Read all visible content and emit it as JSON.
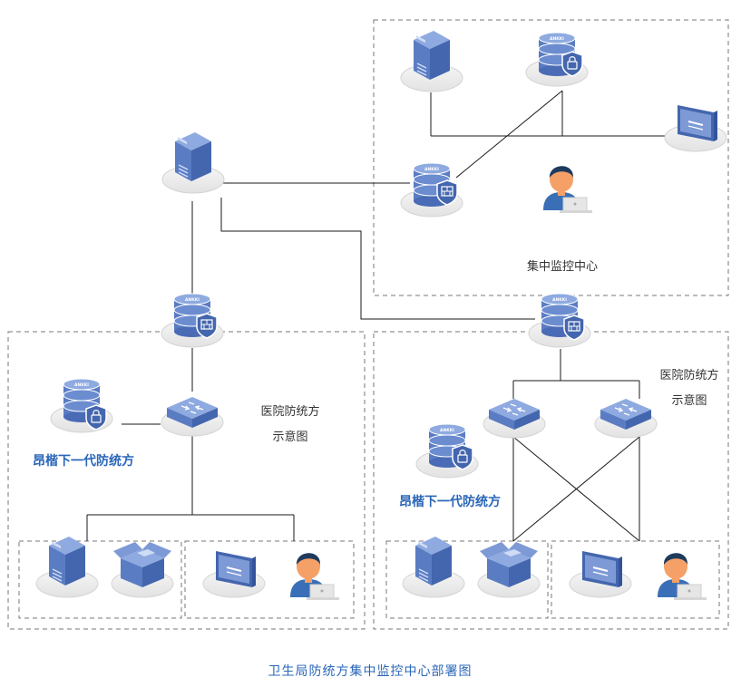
{
  "caption": "卫生局防统方集中监控中心部署图",
  "monitor_center": {
    "label": "集中监控中心"
  },
  "hospital_left": {
    "label_line1": "医院防统方",
    "label_line2": "示意图",
    "product": "昂楷下一代防统方"
  },
  "hospital_right": {
    "label_line1": "医院防统方",
    "label_line2": "示意图",
    "product": "昂楷下一代防统方"
  },
  "device_text": "ANKKI",
  "colors": {
    "line": "#1a1a1a",
    "dash": "#777777",
    "device_blue": "#5a7dc0",
    "label_blue": "#2a66b8"
  }
}
